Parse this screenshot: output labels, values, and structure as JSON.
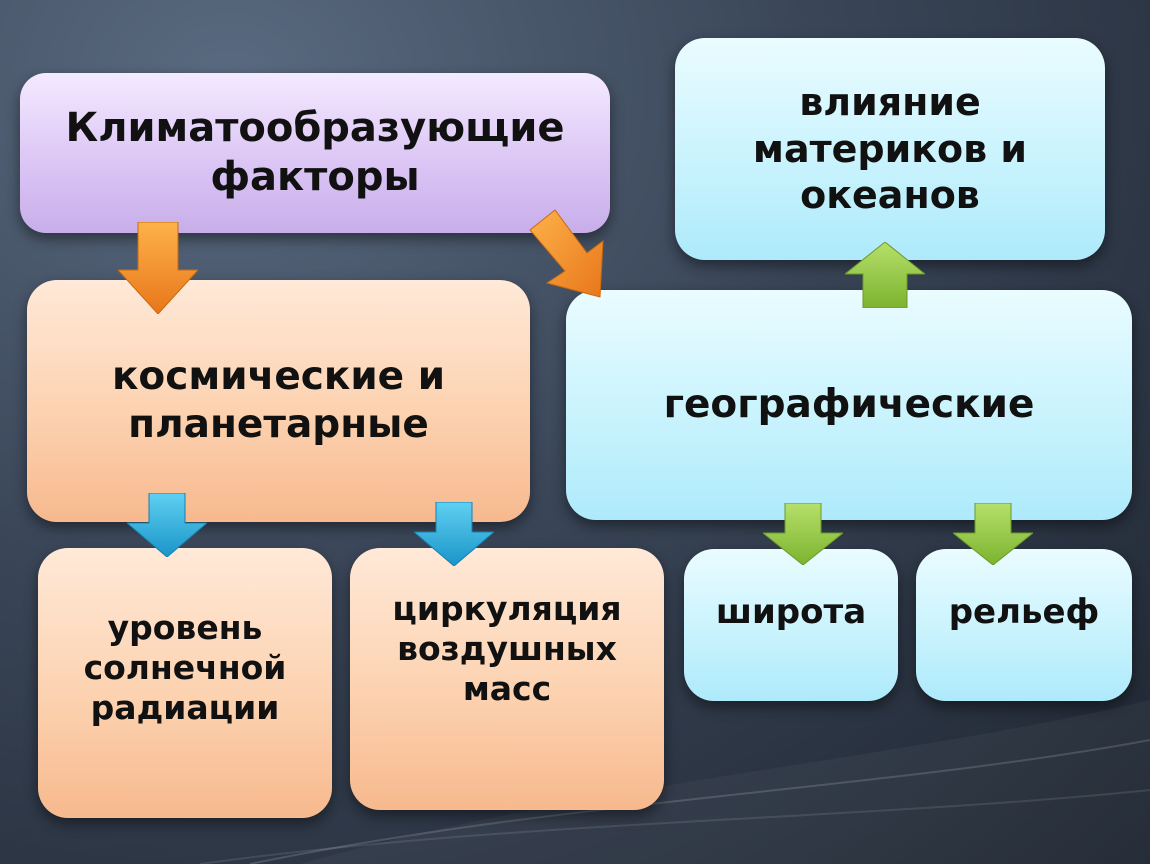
{
  "boxes": {
    "main": "Климатообразующие\nфакторы",
    "cosmic": "космические и\nпланетарные",
    "geographic": "географические",
    "continents": "влияние\nматериков и\nокеанов",
    "solar": "уровень\nсолнечной\nрадиации",
    "circulation": "циркуляция\nвоздушных\nмасс",
    "latitude": "широта",
    "relief": "рельеф"
  },
  "colors": {
    "purple_box": "#dcc6f5",
    "orange_box": "#fcd2b0",
    "blue_box": "#c9f3fd",
    "orange_arrow": "#f08a1e",
    "blue_arrow": "#2aa8d8",
    "green_arrow": "#8cc63f"
  }
}
